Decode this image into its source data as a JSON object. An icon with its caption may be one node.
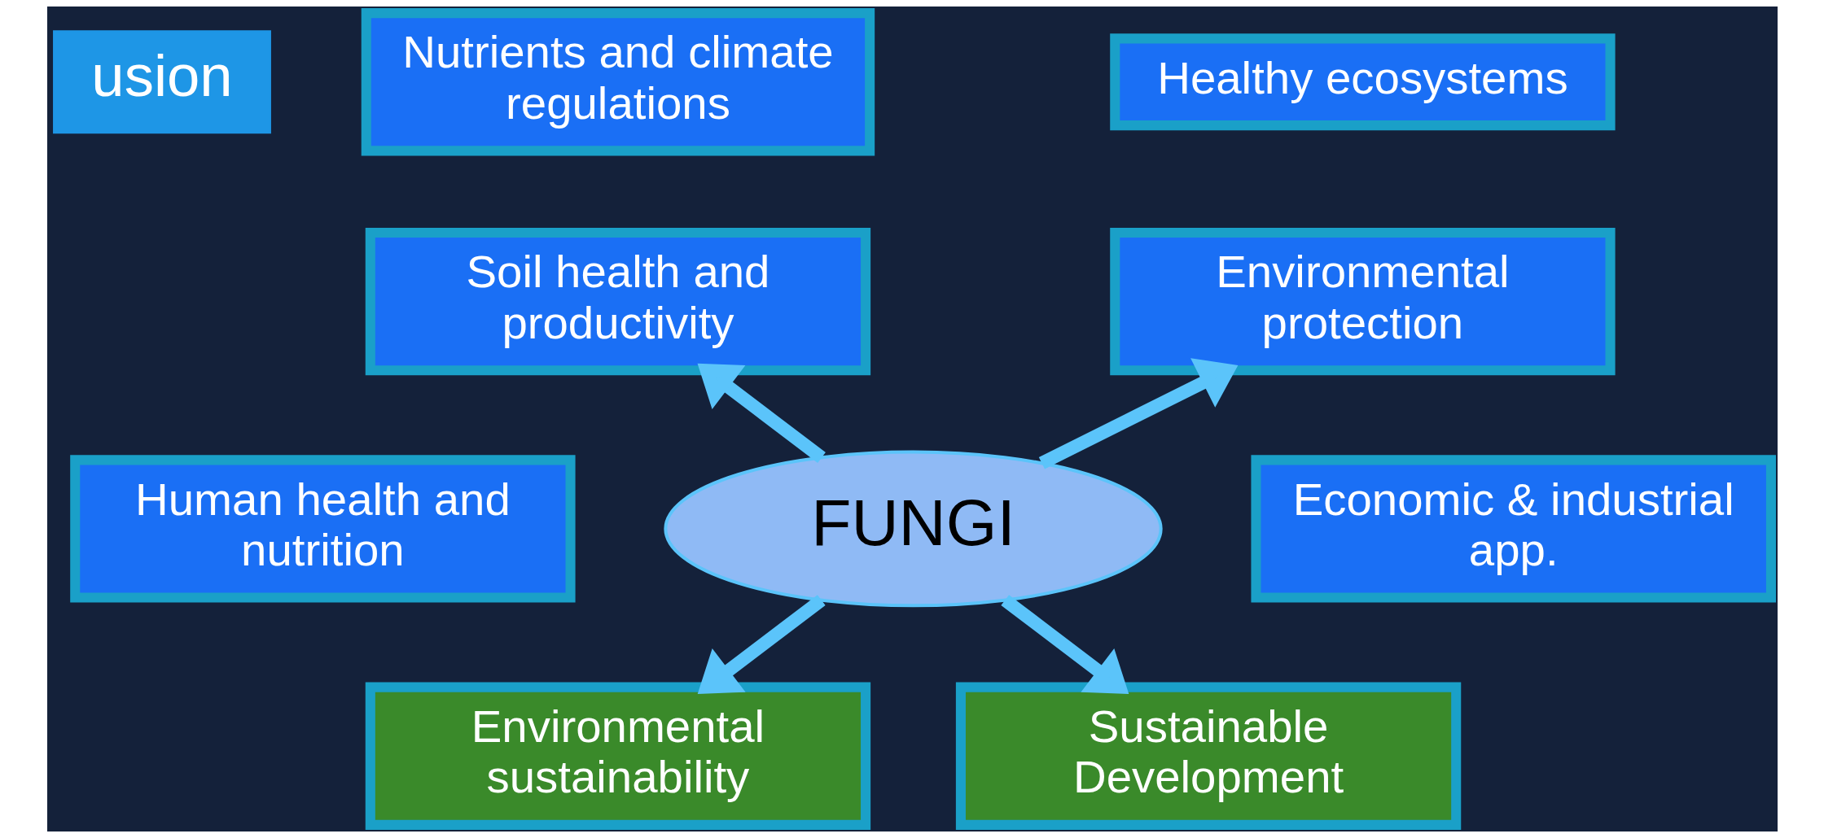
{
  "diagram": {
    "nodes": [
      {
        "text": [
          "Nutrients and climate regulations"
        ]
      },
      {
        "text": [
          "Healthy ecosystems"
        ]
      },
      {
        "text": [
          "Soil health and productivity"
        ]
      },
      {
        "text": [
          "Environmental protection"
        ]
      },
      {
        "text": [
          "Human health and nutrition"
        ]
      },
      {
        "text": [
          "Economic & industrial app."
        ]
      },
      {
        "text": [
          "FUNGI"
        ]
      },
      {
        "text": [
          "Environmental sustainability"
        ]
      },
      {
        "text": [
          "Sustainable Development"
        ]
      }
    ],
    "edges": [
      {
        "from": 6,
        "to": 2,
        "arrow": "to"
      },
      {
        "from": 6,
        "to": 3,
        "arrow": "to"
      },
      {
        "from": 6,
        "to": 7,
        "arrow": "to"
      },
      {
        "from": 6,
        "to": 8,
        "arrow": "to"
      }
    ],
    "labels": [
      "usion"
    ]
  }
}
